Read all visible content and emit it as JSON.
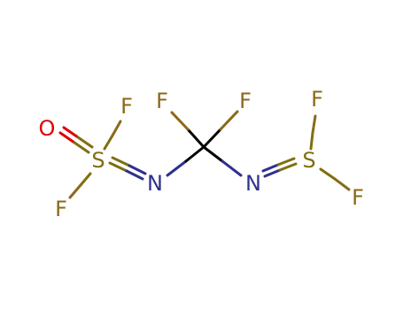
{
  "molecule": {
    "colors": {
      "carbon": "#000000",
      "nitrogen": "#30308f",
      "sulfur": "#7f6f10",
      "fluorine": "#8a6a18",
      "oxygen": "#e00000"
    },
    "atoms": {
      "o1": "O",
      "s1": "S",
      "f1": "F",
      "f2": "F",
      "n1": "N",
      "f3": "F",
      "f4": "F",
      "n2": "N",
      "s2": "S",
      "f5": "F",
      "f6": "F"
    }
  }
}
